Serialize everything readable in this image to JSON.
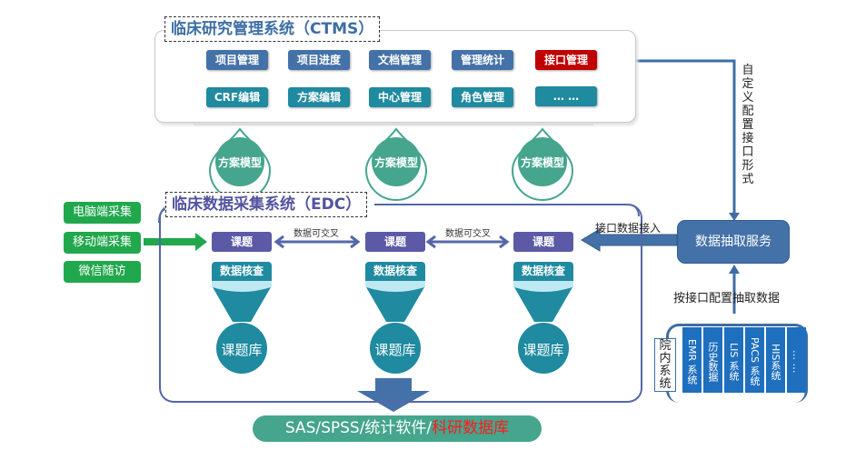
{
  "ctms": {
    "title": "临床研究管理系统（CTMS）",
    "modules_row1": [
      {
        "label": "项目管理",
        "style": "blue"
      },
      {
        "label": "项目进度",
        "style": "blue"
      },
      {
        "label": "文档管理",
        "style": "blue"
      },
      {
        "label": "管理统计",
        "style": "blue"
      },
      {
        "label": "接口管理",
        "style": "red"
      }
    ],
    "modules_row2": [
      {
        "label": "CRF编辑",
        "style": "teal"
      },
      {
        "label": "方案编辑",
        "style": "teal"
      },
      {
        "label": "中心管理",
        "style": "teal"
      },
      {
        "label": "角色管理",
        "style": "teal"
      },
      {
        "label": "… …",
        "style": "teal"
      }
    ]
  },
  "protocol_models": [
    "方案模型",
    "方案模型",
    "方案模型"
  ],
  "edc": {
    "title": "临床数据采集系统（EDC）",
    "sources": [
      "电脑端采集",
      "移动端采集",
      "微信随访"
    ],
    "columns": [
      {
        "topic": "课题",
        "check": "数据核查",
        "library": "课题库"
      },
      {
        "topic": "课题",
        "check": "数据核查",
        "library": "课题库"
      },
      {
        "topic": "课题",
        "check": "数据核查",
        "library": "课题库"
      }
    ],
    "cross_label": "数据可交叉",
    "interface_in_label": "接口数据接入"
  },
  "extraction": {
    "service_label": "数据抽取服务",
    "custom_interface_label": "自定义配置接口形式",
    "extract_by_config_label": "按接口配置抽取数据"
  },
  "hospital": {
    "label": "院内系统",
    "systems": [
      "EMR 系统",
      "历史数据",
      "LIS 系统",
      "PACS 系统",
      "HIS系统",
      "… …"
    ]
  },
  "output": {
    "text_main": "SAS/SPSS/统计软件/",
    "text_highlight": "科研数据库"
  },
  "colors": {
    "ctms_blue": "#4472a8",
    "teal": "#1f8aa0",
    "red": "#c00000",
    "edc_purple": "#5c5aa6",
    "green": "#21a84d",
    "model_green": "#45a58d",
    "highlight_red": "#ff1a1a"
  }
}
